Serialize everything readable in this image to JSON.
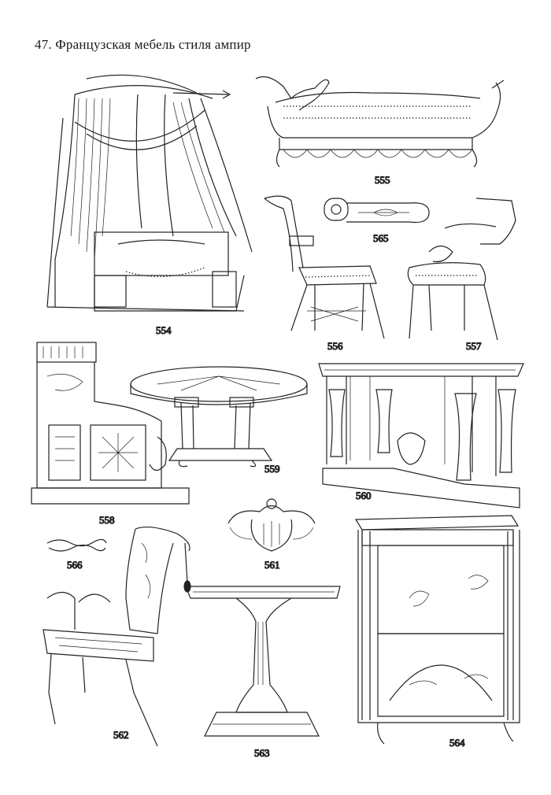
{
  "page": {
    "title": "47. Французская мебель стиля ампир"
  },
  "figures": [
    {
      "id": "554",
      "label": "554"
    },
    {
      "id": "555",
      "label": "555"
    },
    {
      "id": "556",
      "label": "556"
    },
    {
      "id": "557",
      "label": "557"
    },
    {
      "id": "558",
      "label": "558"
    },
    {
      "id": "559",
      "label": "559"
    },
    {
      "id": "560",
      "label": "560"
    },
    {
      "id": "561",
      "label": "561"
    },
    {
      "id": "562",
      "label": "562"
    },
    {
      "id": "563",
      "label": "563"
    },
    {
      "id": "564",
      "label": "564"
    },
    {
      "id": "565",
      "label": "565"
    },
    {
      "id": "566",
      "label": "566"
    }
  ]
}
